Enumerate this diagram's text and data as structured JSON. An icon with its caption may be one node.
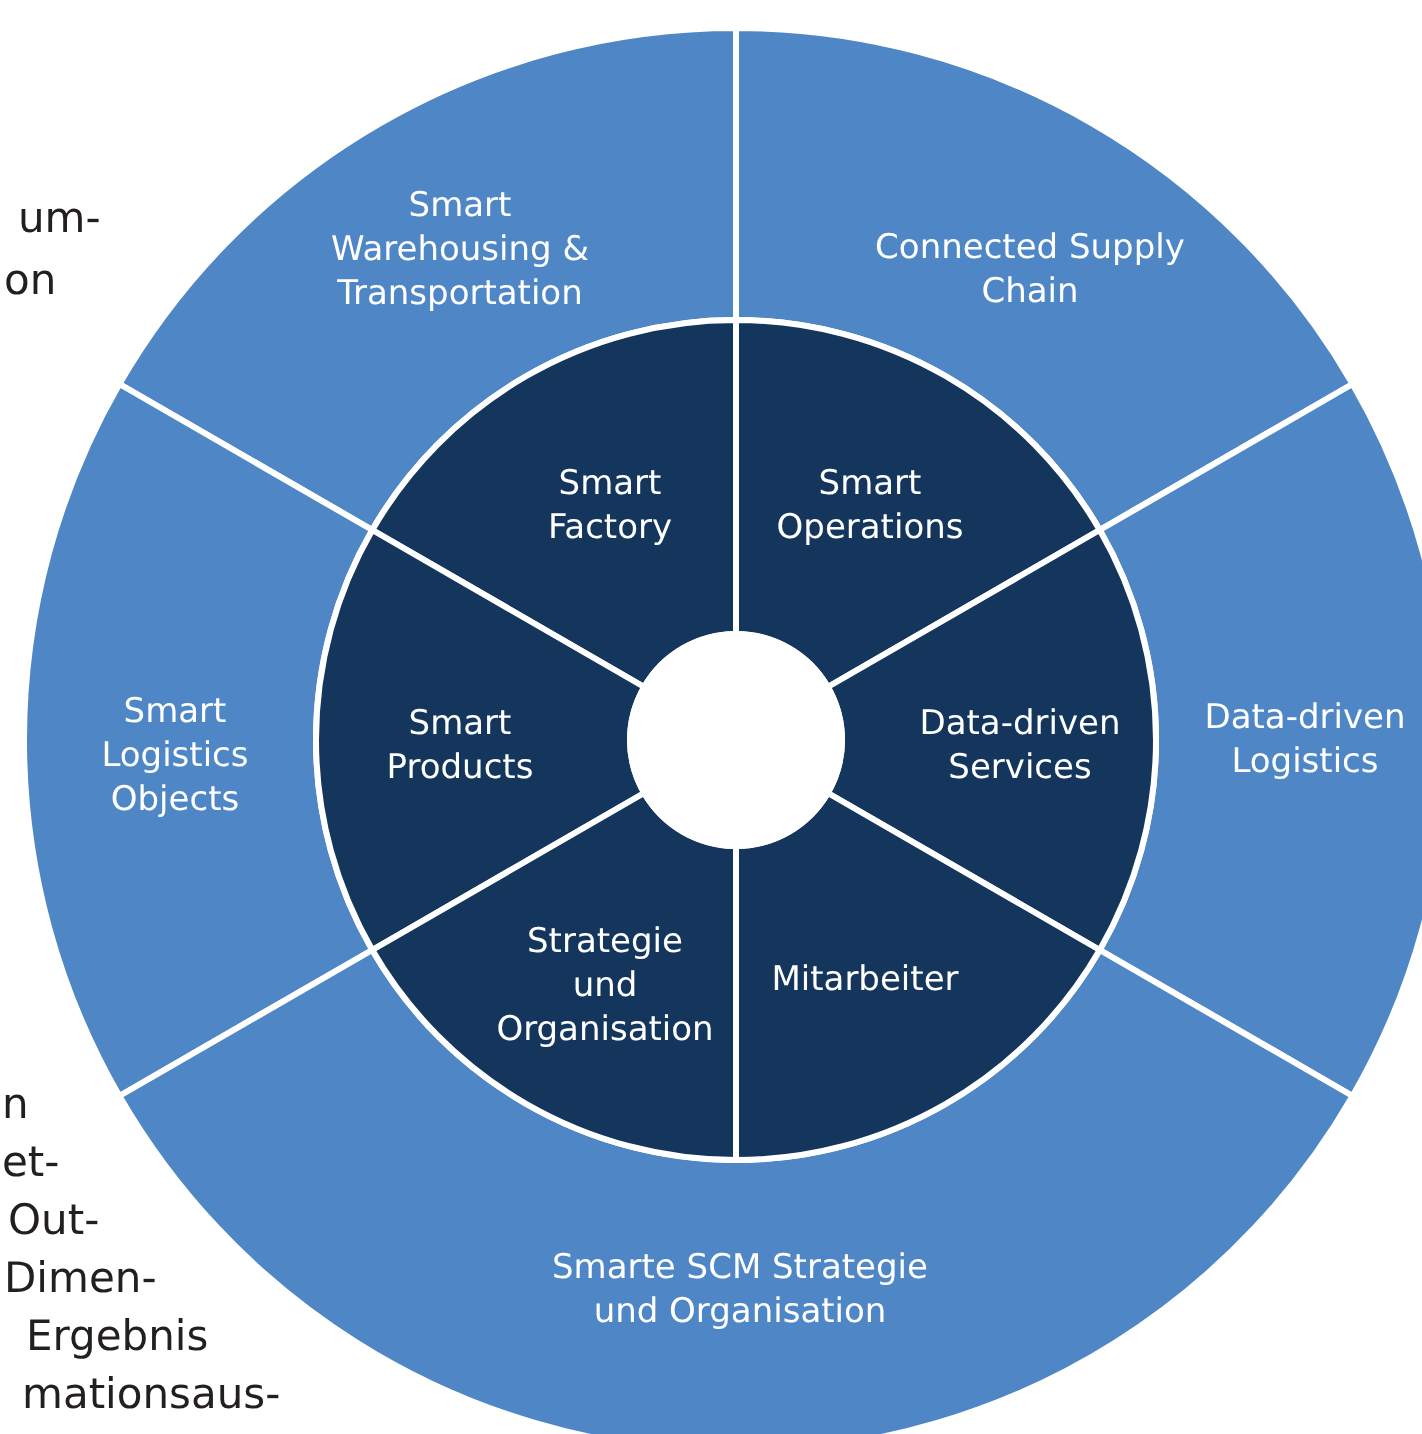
{
  "diagram": {
    "nodes": [
      {
        "text": [
          "Smart Warehousing & Transportation"
        ]
      },
      {
        "text": [
          "Connected Supply Chain"
        ]
      },
      {
        "text": [
          "Smart Logistics Objects"
        ]
      },
      {
        "text": [
          "Data-driven Logistics"
        ]
      },
      {
        "text": [
          "Smarte SCM Strategie und Organisation"
        ]
      },
      {
        "text": [
          "Smart Factory"
        ]
      },
      {
        "text": [
          "Smart Operations"
        ]
      },
      {
        "text": [
          "Smart Products"
        ]
      },
      {
        "text": [
          "Data-driven Services"
        ]
      },
      {
        "text": [
          "Strategie und Organisation"
        ]
      },
      {
        "text": [
          "Mitarbeiter"
        ]
      },
      {
        "text": [],
        "shape": "circle"
      }
    ],
    "labels": [
      "um-",
      "on",
      "n",
      "et-",
      "Out-",
      "Dimen-",
      "Ergebnis",
      "mationsaus-"
    ]
  }
}
